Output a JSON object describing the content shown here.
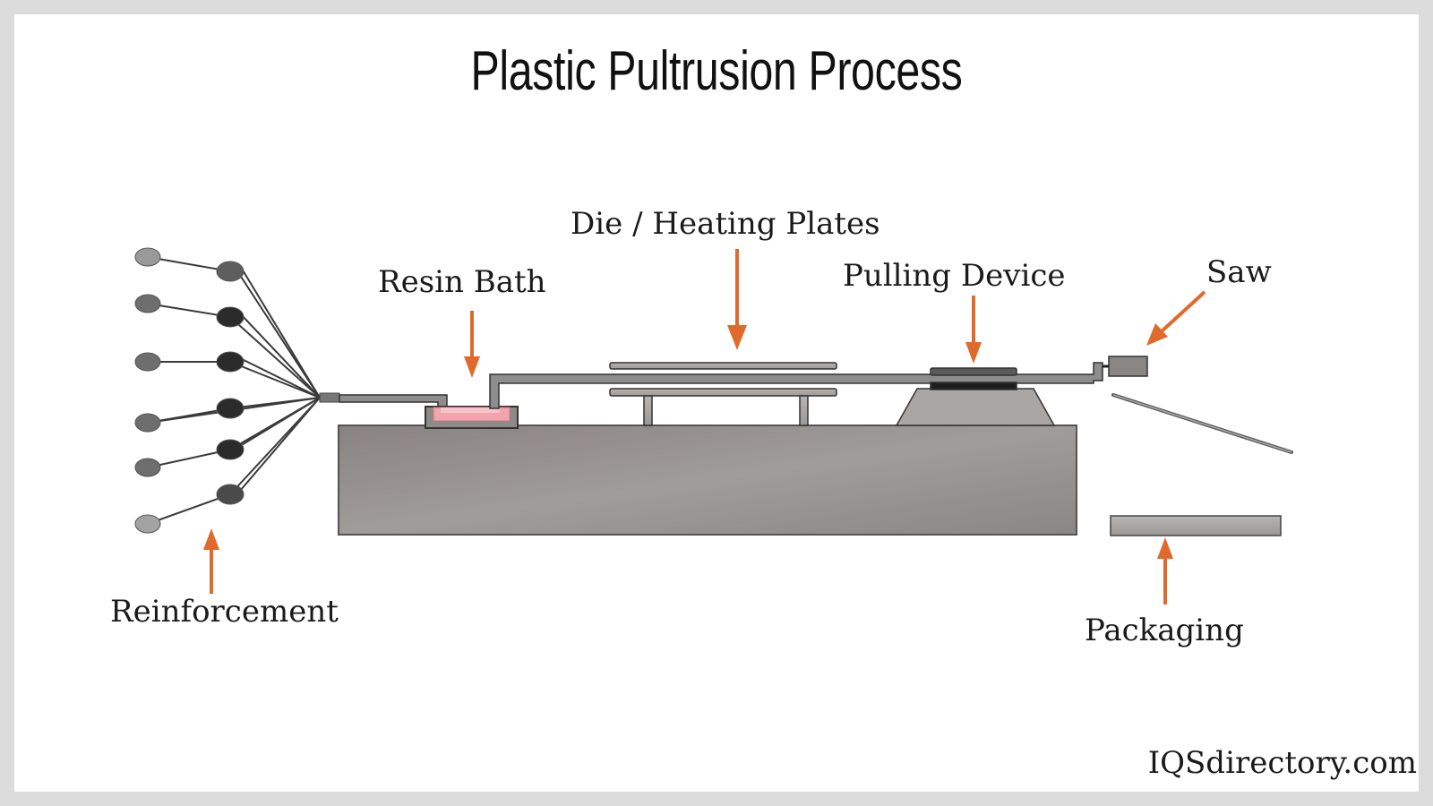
{
  "title": "Plastic Pultrusion Process",
  "labels": {
    "reinforcement": "Reinforcement",
    "resin_bath": "Resin Bath",
    "die_heating_plates": "Die / Heating Plates",
    "pulling_device": "Pulling Device",
    "saw": "Saw",
    "packaging": "Packaging"
  },
  "watermark": "IQSdirectory.com",
  "colors": {
    "arrow": "#e06a2c",
    "machine": "#8f8b88",
    "resin": "#f2a6ac",
    "outline": "#333333"
  }
}
